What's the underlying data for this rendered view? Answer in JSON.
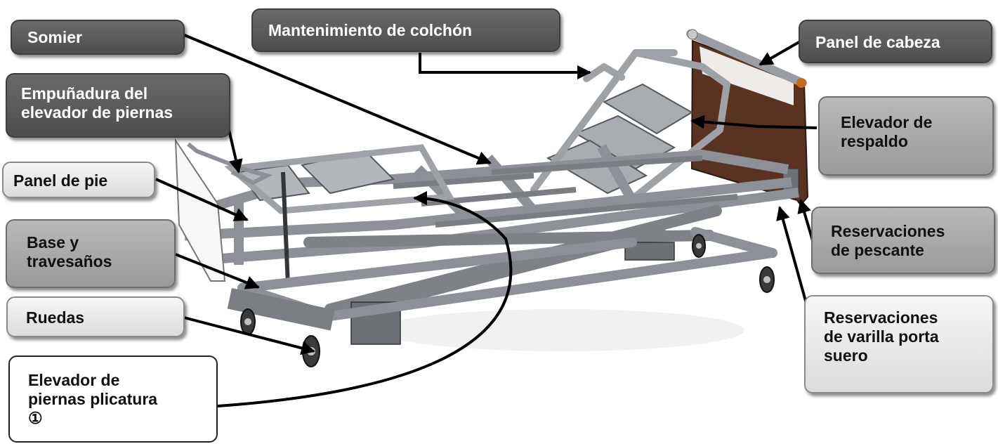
{
  "labels": {
    "somier": "Somier",
    "mantenimiento": "Mantenimiento de colchón",
    "panel_cabeza": "Panel de cabeza",
    "empunadura": "Empuñadura del\nelevador de piernas",
    "elevador_respaldo": "Elevador de\nrespaldo",
    "panel_pie": "Panel de pie",
    "base": "Base y\ntravesaños",
    "reserv_pescante": "Reservaciones\nde pescante",
    "ruedas": "Ruedas",
    "reserv_varilla": "Reservaciones\nde varilla porta\nsuero",
    "elevador_piernas": "Elevador de\npiernas plicatura\n①"
  },
  "colors": {
    "dark_box": "#5a5a5a",
    "mid_box": "#a8a8a8",
    "light_box": "#e8e8e8",
    "frame_metal": "#8d9096",
    "head_panel": "#5a3222",
    "arrow": "#000000"
  }
}
